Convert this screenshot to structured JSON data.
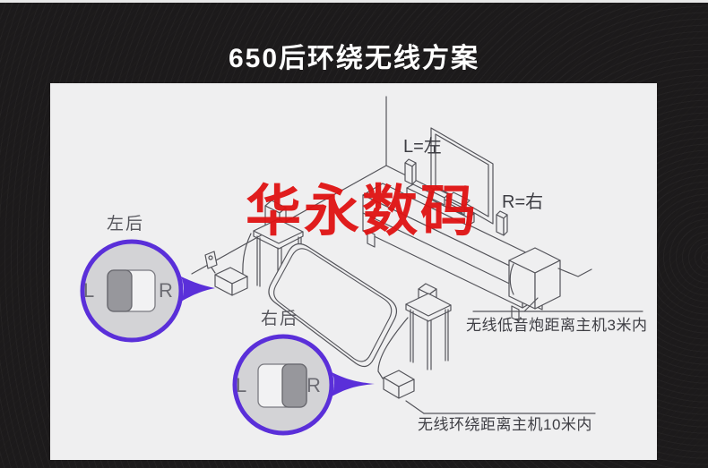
{
  "header": {
    "title": "650后环绕无线方案"
  },
  "watermark": {
    "text": "华永数码"
  },
  "annotations": {
    "front_left": "L=左",
    "front_right": "R=右",
    "subwoofer": "无线低音炮距离主机3米内",
    "surround": "无线环绕距离主机10米内"
  },
  "callouts": {
    "rear_left": {
      "label": "左后",
      "left": "L",
      "right": "R",
      "selected": "L"
    },
    "rear_right": {
      "label": "右后",
      "left": "L",
      "right": "R",
      "selected": "R"
    }
  },
  "colors": {
    "background": "#1c1a1b",
    "panel": "#efeff0",
    "line": "#54545a",
    "accent": "#5a2fd9",
    "watermark_red": "#e01212"
  }
}
